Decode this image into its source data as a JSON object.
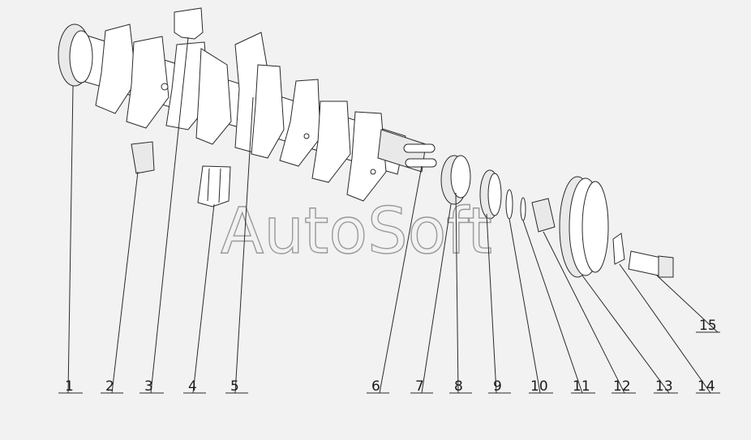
{
  "watermark": "AutoSoft",
  "callouts": [
    "1",
    "2",
    "3",
    "4",
    "5",
    "6",
    "7",
    "8",
    "9",
    "10",
    "11",
    "12",
    "13",
    "14",
    "15"
  ],
  "colors": {
    "background": "#f2f2f2",
    "line": "#2a2a2a",
    "watermark": "#9a9a9a"
  }
}
